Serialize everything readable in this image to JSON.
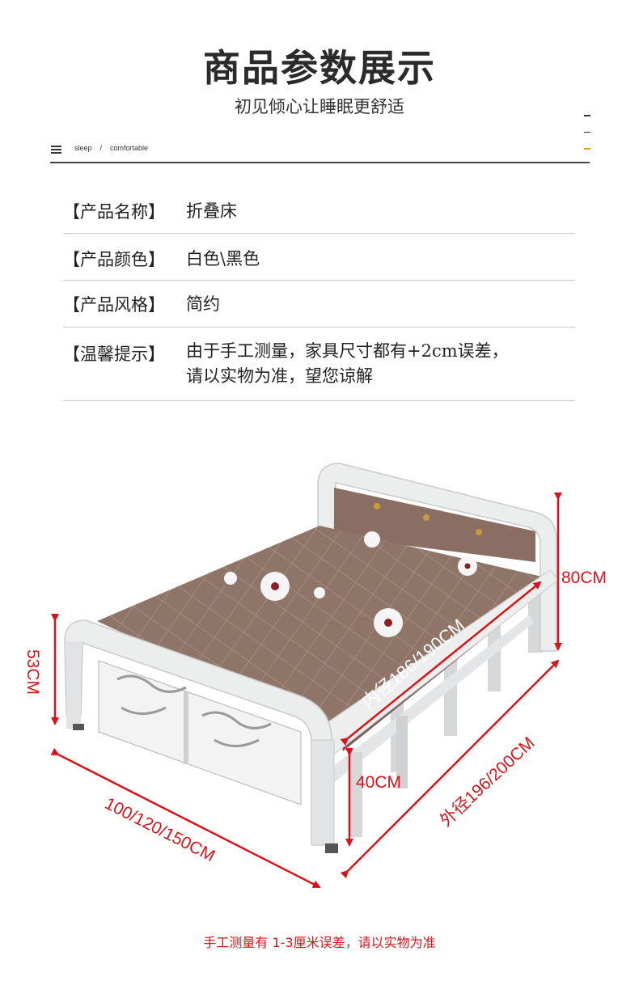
{
  "header": {
    "title": "商品参数展示",
    "subtitle": "初见倾心让睡眠更舒适",
    "breadcrumb": [
      "sleep",
      "/",
      "comfortable"
    ]
  },
  "specs": [
    {
      "key": "【产品名称】",
      "value": "折叠床"
    },
    {
      "key": "【产品颜色】",
      "value": "白色\\黑色"
    },
    {
      "key": "【产品风格】",
      "value": "简约"
    },
    {
      "key": "【温馨提示】",
      "value_lines": [
        "由于手工测量，家具尺寸都有+2cm误差，",
        "请以实物为准，望您谅解"
      ]
    }
  ],
  "dimensions": {
    "headboard_height": "80CM",
    "footboard_height": "53CM",
    "clearance_height": "40CM",
    "inner_length": "内径186/190CM",
    "outer_length": "外径196/200CM",
    "width": "100/120/150CM"
  },
  "footnote": "手工测量有 1-3厘米误差，请以实物为准",
  "colors": {
    "accent": "#d8141b",
    "frame": "#e9eaeb",
    "mattress": "#8f7468"
  }
}
